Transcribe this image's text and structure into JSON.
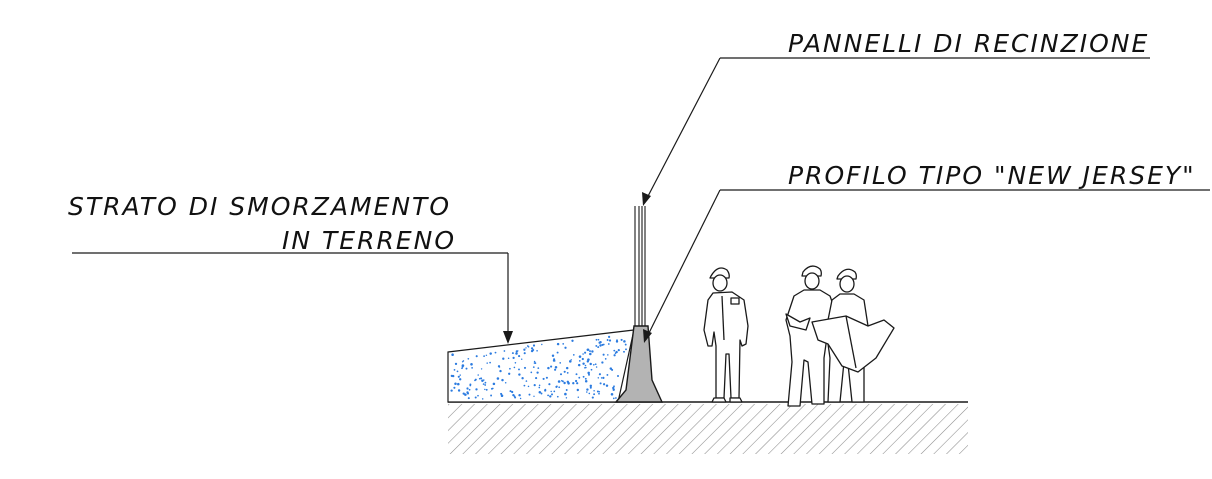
{
  "labels": {
    "fence_panels": "PANNELLI DI RECINZIONE",
    "new_jersey_profile": "PROFILO TIPO \"NEW JERSEY\"",
    "damping_layer_line1": "STRATO DI SMORZAMENTO",
    "damping_layer_line2": "IN TERRENO"
  },
  "colors": {
    "line": "#1a1a1a",
    "barrier_fill": "#b3b3b3",
    "fill_dots": "#2b7be0",
    "hatch": "#8c8c8c"
  }
}
